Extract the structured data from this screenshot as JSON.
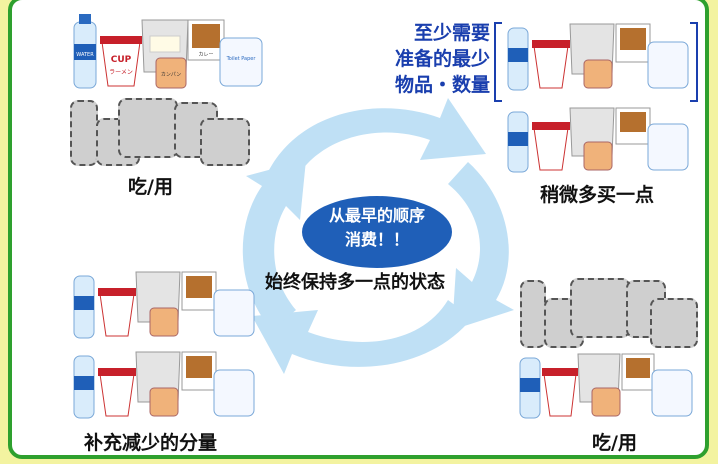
{
  "labels": {
    "eat_use_top": "吃/用",
    "minimum": [
      "至少需要",
      "准备的最少",
      "物品・数量"
    ],
    "buy_more": "稍微多买一点",
    "center_line1": "从最早的顺序",
    "center_line2": "消费！！",
    "center_caption": "始终保持多一点的状态",
    "replenish": "补充减少的分量",
    "eat_use_bottom": "吃/用"
  },
  "product_text": {
    "water": "WATER",
    "cup": "CUP",
    "ramen": "ラーメン",
    "toilet": "Toilet Paper",
    "bread": "カンパン",
    "curry": "カレー"
  },
  "colors": {
    "border": "#2ea02e",
    "background": "#f3f3a0",
    "accent_blue": "#1a3fae",
    "arrow": "#bfe0f5",
    "ellipse": "#1f5fb8"
  }
}
